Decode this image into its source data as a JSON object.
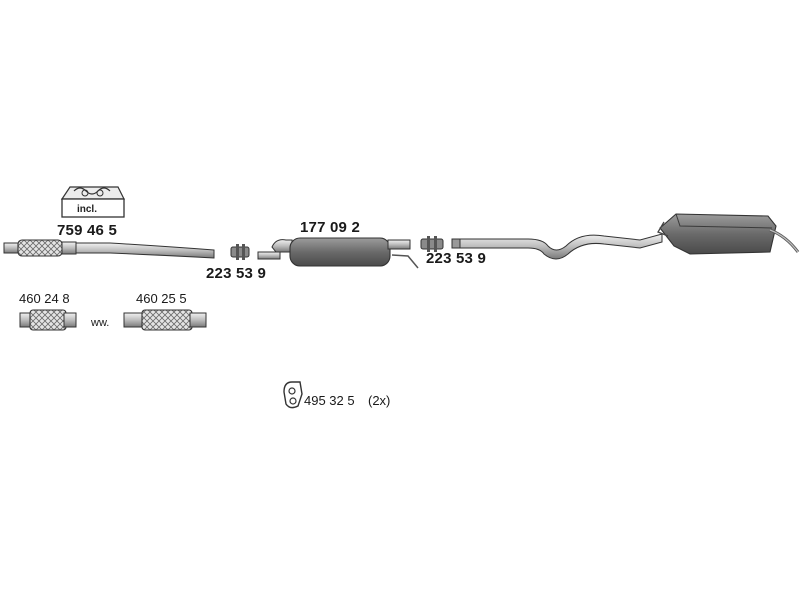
{
  "parts": {
    "front_pipe_kit": {
      "part_no": "759 46 5",
      "note": "incl."
    },
    "clamp_front": {
      "part_no": "223 53 9"
    },
    "centre_silencer": {
      "part_no": "177 09 2"
    },
    "clamp_rear": {
      "part_no": "223 53 9"
    },
    "flex_pipe_a": {
      "part_no": "460 24 8"
    },
    "flex_pipe_b": {
      "part_no": "460 25 5"
    },
    "alternative": "ww.",
    "rubber_hanger": {
      "part_no": "495 32 5",
      "qty": "(2x)"
    }
  },
  "colors": {
    "line": "#3a3a3a",
    "fill_dark": "#5e5e5e",
    "fill_mid": "#9a9a9a",
    "fill_light": "#d8d8d8"
  }
}
